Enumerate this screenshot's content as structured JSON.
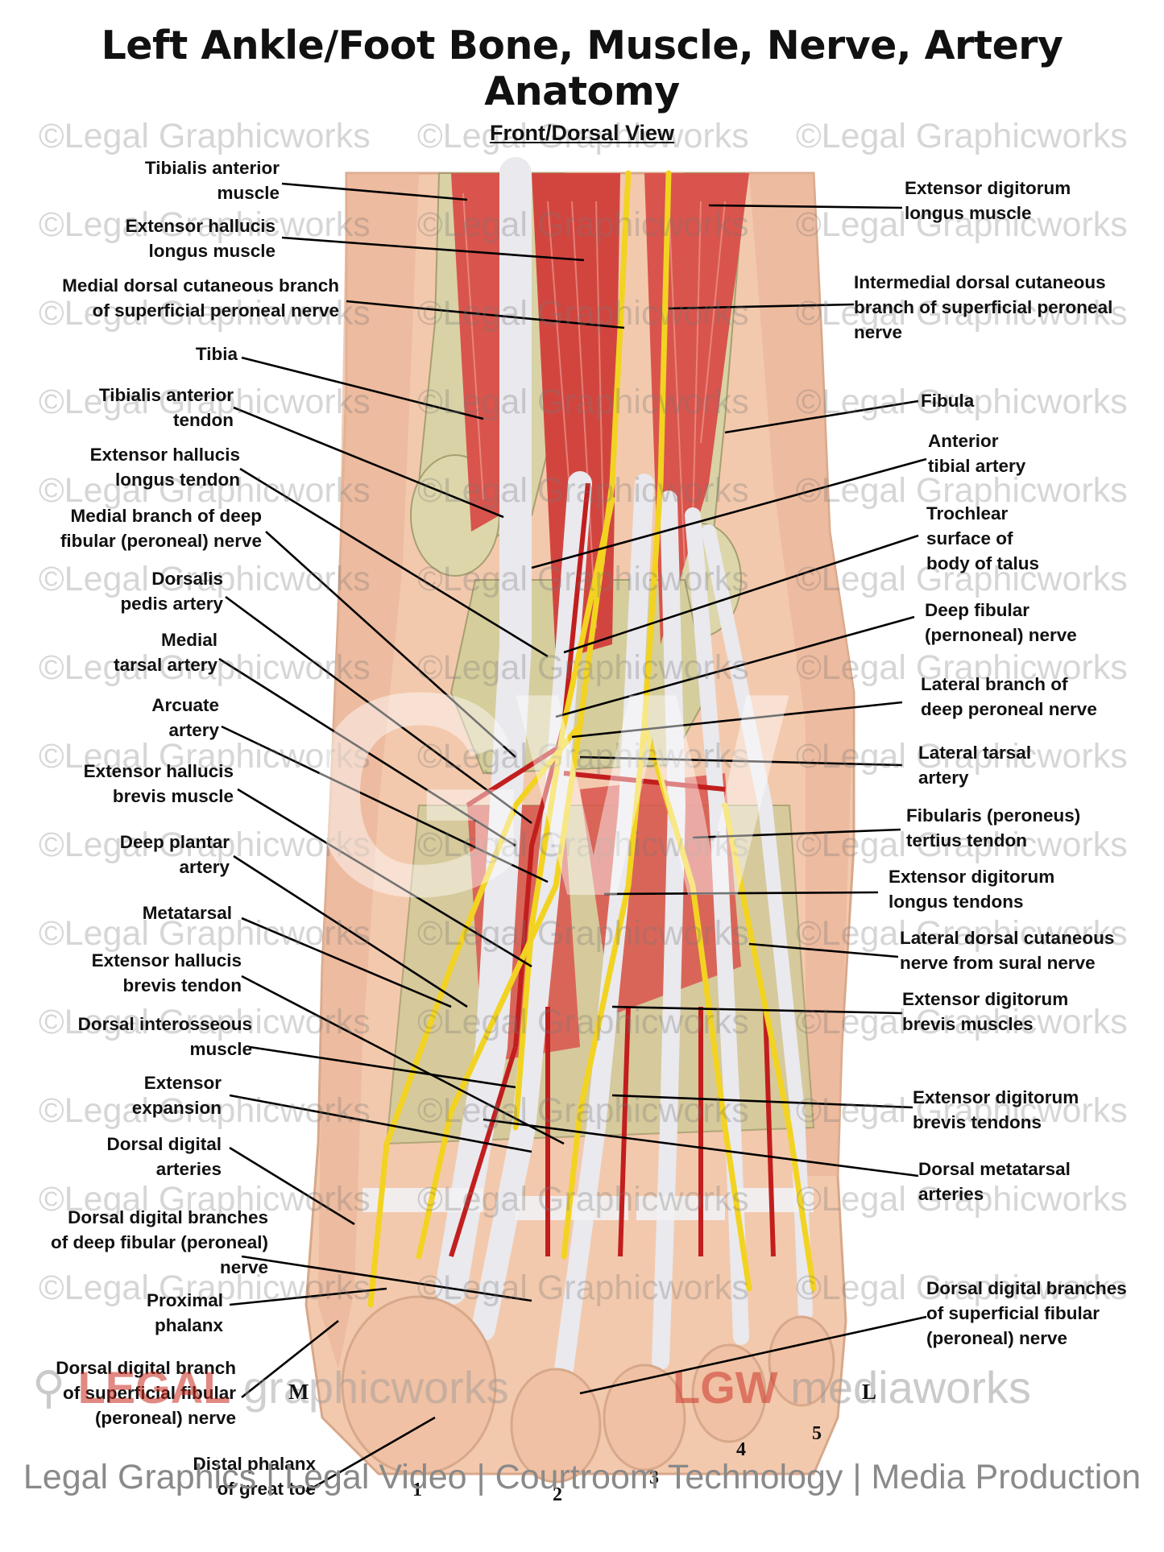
{
  "title": "Left Ankle/Foot Bone, Muscle, Nerve, Artery Anatomy",
  "subtitle": "Front/Dorsal View",
  "watermark": "©Legal Graphicworks",
  "colors": {
    "skin": "#f3c9ad",
    "muscle": "#d9544c",
    "tendon": "#e9e9ee",
    "nerve": "#f2d321",
    "artery": "#c21e1e",
    "bone": "#d9d2a6"
  },
  "left_labels": [
    {
      "lines": [
        "Tibialis anterior",
        "muscle"
      ]
    },
    {
      "lines": [
        "Extensor hallucis",
        "longus muscle"
      ]
    },
    {
      "lines": [
        "Medial dorsal cutaneous branch",
        "of superficial peroneal nerve"
      ]
    },
    {
      "lines": [
        "Tibia"
      ]
    },
    {
      "lines": [
        "Tibialis anterior",
        "tendon"
      ]
    },
    {
      "lines": [
        "Extensor hallucis",
        "longus tendon"
      ]
    },
    {
      "lines": [
        "Medial branch of deep",
        "fibular (peroneal) nerve"
      ]
    },
    {
      "lines": [
        "Dorsalis",
        "pedis artery"
      ]
    },
    {
      "lines": [
        "Medial",
        "tarsal artery"
      ]
    },
    {
      "lines": [
        "Arcuate",
        "artery"
      ]
    },
    {
      "lines": [
        "Extensor hallucis",
        "brevis muscle"
      ]
    },
    {
      "lines": [
        "Deep plantar",
        "artery"
      ]
    },
    {
      "lines": [
        "Metatarsal"
      ]
    },
    {
      "lines": [
        "Extensor hallucis",
        "brevis tendon"
      ]
    },
    {
      "lines": [
        "Dorsal interosseous",
        "muscle"
      ]
    },
    {
      "lines": [
        "Extensor",
        "expansion"
      ]
    },
    {
      "lines": [
        "Dorsal digital",
        "arteries"
      ]
    },
    {
      "lines": [
        "Dorsal digital branches",
        "of deep fibular (peroneal)",
        "nerve"
      ]
    },
    {
      "lines": [
        "Proximal",
        "phalanx"
      ]
    },
    {
      "lines": [
        "Dorsal digital branch",
        "of superficial fibular",
        "(peroneal) nerve"
      ]
    },
    {
      "lines": [
        "Distal phalanx",
        "of great toe"
      ]
    }
  ],
  "right_labels": [
    {
      "lines": [
        "Extensor digitorum",
        "longus muscle"
      ]
    },
    {
      "lines": [
        "Intermedial dorsal cutaneous",
        "branch of superficial peroneal",
        "nerve"
      ]
    },
    {
      "lines": [
        "Fibula"
      ]
    },
    {
      "lines": [
        "Anterior",
        "tibial artery"
      ]
    },
    {
      "lines": [
        "Trochlear",
        "surface of",
        "body of talus"
      ]
    },
    {
      "lines": [
        "Deep fibular",
        "(pernoneal) nerve"
      ]
    },
    {
      "lines": [
        "Lateral branch of",
        "deep peroneal nerve"
      ]
    },
    {
      "lines": [
        "Lateral tarsal",
        "artery"
      ]
    },
    {
      "lines": [
        "Fibularis (peroneus)",
        "tertius tendon"
      ]
    },
    {
      "lines": [
        "Extensor digitorum",
        "longus tendons"
      ]
    },
    {
      "lines": [
        "Lateral dorsal cutaneous",
        "nerve from sural nerve"
      ]
    },
    {
      "lines": [
        "Extensor digitorum",
        "brevis muscles"
      ]
    },
    {
      "lines": [
        "Extensor digitorum",
        "brevis tendons"
      ]
    },
    {
      "lines": [
        "Dorsal metatarsal",
        "arteries"
      ]
    },
    {
      "lines": [
        "Dorsal digital branches",
        "of superficial fibular",
        "(peroneal) nerve"
      ]
    }
  ],
  "orientation": {
    "medial": "M",
    "lateral": "L"
  },
  "toe_numbers": [
    "1",
    "2",
    "3",
    "4",
    "5"
  ],
  "brand": {
    "legal": "LEGAL",
    "graphicworks": "graphicworks",
    "lgw": "LGW",
    "mediaworks": "mediaworks"
  },
  "footer": "Legal Graphics | Legal Video | Courtroom Technology | Media Production"
}
